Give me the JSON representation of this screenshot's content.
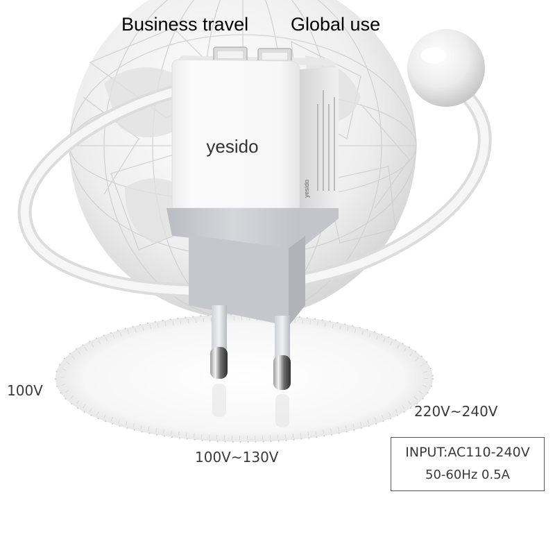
{
  "captions": {
    "business": "Business travel",
    "global": "Global use"
  },
  "voltages": {
    "v100": "100V",
    "v220_240": "220V~240V",
    "v100_130": "100V~130V"
  },
  "spec": {
    "line1": "INPUT:AC110-240V",
    "line2": "50-60Hz 0.5A"
  },
  "product": {
    "brand": "yesido",
    "side_brand": "yesido"
  },
  "colors": {
    "globe": "#e6e6e6",
    "charger_body": "#f4f4f4",
    "charger_base": "#c9ccd0",
    "text": "#3a3a3a"
  }
}
